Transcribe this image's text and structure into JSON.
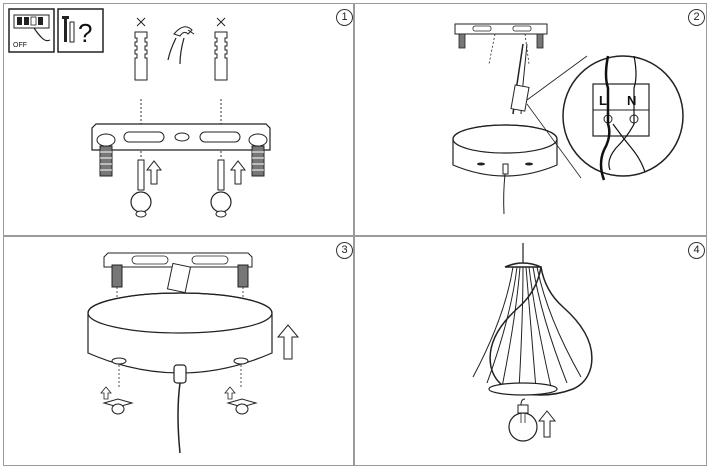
{
  "panels": [
    {
      "number": "1"
    },
    {
      "number": "2"
    },
    {
      "number": "3"
    },
    {
      "number": "4"
    }
  ],
  "panel1": {
    "off_label": "OFF",
    "question_mark": "?"
  },
  "panel2": {
    "live_label": "L",
    "neutral_label": "N"
  },
  "icons": [
    "breaker-off-icon",
    "tools-question-icon",
    "wall-plug-icon",
    "screw-icon",
    "up-arrow-icon",
    "light-bulb-icon",
    "pendant-shade-icon"
  ]
}
